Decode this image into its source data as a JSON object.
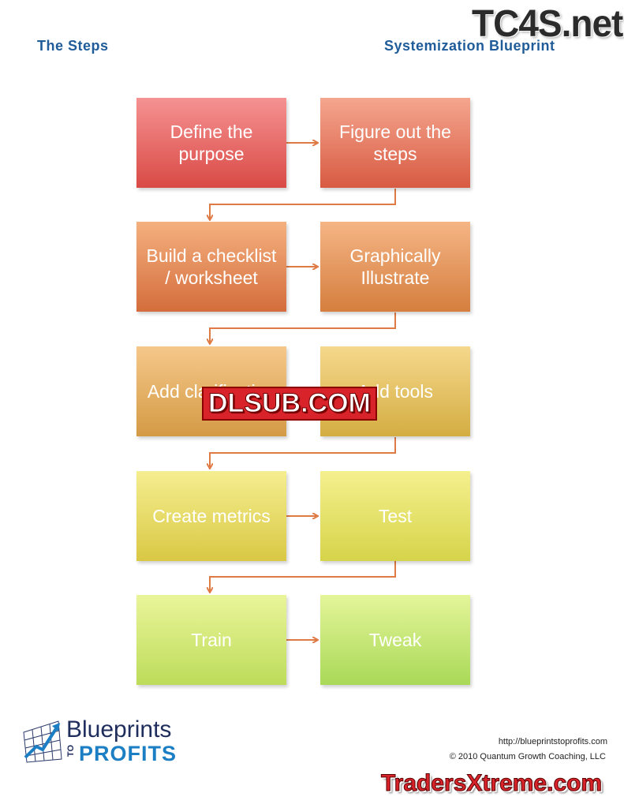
{
  "header": {
    "left_title": "The Steps",
    "right_title": "Systemization Blueprint"
  },
  "watermarks": {
    "top": "TC4S.net",
    "middle": "DLSUB.COM",
    "bottom": "TradersXtreme.com"
  },
  "flowchart": {
    "steps": [
      "Define the purpose",
      "Figure out the steps",
      "Build a checklist / worksheet",
      "Graphically Illustrate",
      "Add clarification",
      "Add tools",
      "Create metrics",
      "Test",
      "Train",
      "Tweak"
    ],
    "arrow_color": "#e07a45"
  },
  "footer": {
    "logo_line1": "Blueprints",
    "logo_to": "TO",
    "logo_line2": "PROFITS",
    "url": "http://blueprintstoprofits.com",
    "copyright": "© 2010 Quantum Growth Coaching, LLC"
  }
}
